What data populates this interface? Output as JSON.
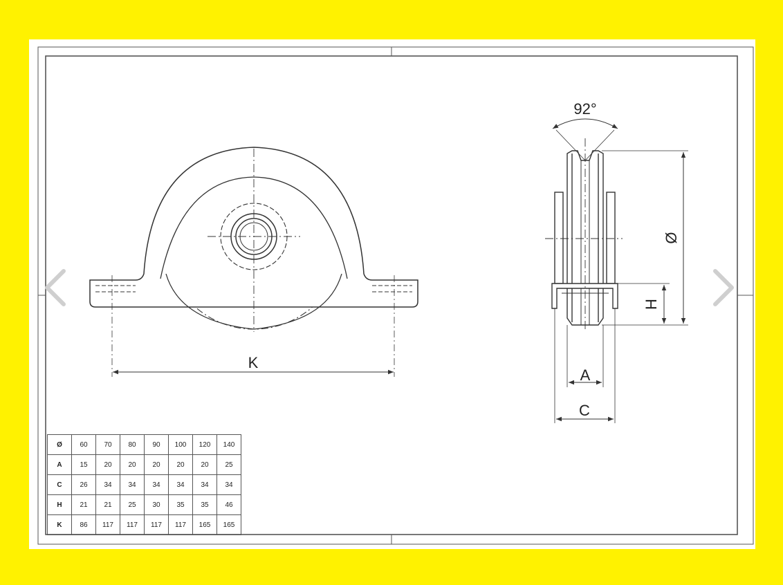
{
  "drawing": {
    "labels": {
      "angle": "92°",
      "K": "K",
      "diameter": "Ø",
      "H": "H",
      "A": "A",
      "C": "C"
    }
  },
  "spec_table": {
    "rows": [
      {
        "label": "Ø",
        "values": [
          "60",
          "70",
          "80",
          "90",
          "100",
          "120",
          "140"
        ]
      },
      {
        "label": "A",
        "values": [
          "15",
          "20",
          "20",
          "20",
          "20",
          "20",
          "25"
        ]
      },
      {
        "label": "C",
        "values": [
          "26",
          "34",
          "34",
          "34",
          "34",
          "34",
          "34"
        ]
      },
      {
        "label": "H",
        "values": [
          "21",
          "21",
          "25",
          "30",
          "35",
          "35",
          "46"
        ]
      },
      {
        "label": "K",
        "values": [
          "86",
          "117",
          "117",
          "117",
          "117",
          "165",
          "165"
        ]
      }
    ]
  },
  "colors": {
    "background": "#fff200",
    "paper": "#ffffff",
    "line": "#333333",
    "nav_arrow": "#cfcfcf"
  },
  "icons": {
    "prev": "chevron-left-icon",
    "next": "chevron-right-icon"
  }
}
